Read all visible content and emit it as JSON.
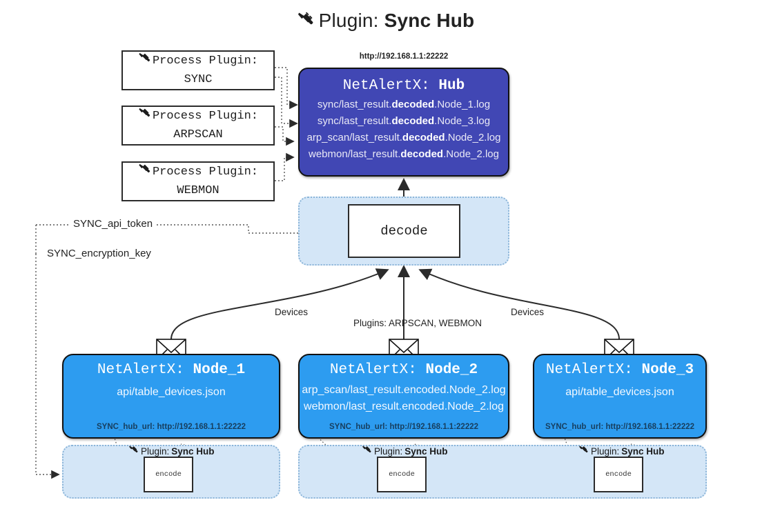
{
  "title": {
    "prefix": "Plugin:",
    "name": "Sync Hub",
    "icon": "plug-icon"
  },
  "hub": {
    "url": "http://192.168.1.1:22222",
    "title_prefix": "NetAlertX:",
    "title_name": "Hub",
    "loglines": [
      {
        "pre": "sync/last_result.",
        "bold": "decoded",
        "post": ".Node_1.log"
      },
      {
        "pre": "sync/last_result.",
        "bold": "decoded",
        "post": ".Node_3.log"
      },
      {
        "pre": "arp_scan/last_result.",
        "bold": "decoded",
        "post": ".Node_2.log"
      },
      {
        "pre": "webmon/last_result.",
        "bold": "decoded",
        "post": ".Node_2.log"
      }
    ]
  },
  "process_plugins": [
    {
      "label": "Process Plugin:",
      "name": "SYNC",
      "icon": "plug-icon"
    },
    {
      "label": "Process Plugin:",
      "name": "ARPSCAN",
      "icon": "plug-icon"
    },
    {
      "label": "Process Plugin:",
      "name": "WEBMON",
      "icon": "plug-icon"
    }
  ],
  "decode": {
    "label": "decode"
  },
  "settings": {
    "api_token": "SYNC_api_token",
    "encryption_key": "SYNC_encryption_key"
  },
  "edge_labels": {
    "devices_left": "Devices",
    "devices_right": "Devices",
    "plugins_center": "Plugins: ARPSCAN, WEBMON"
  },
  "nodes": [
    {
      "title_prefix": "NetAlertX:",
      "title_name": "Node_1",
      "lines": [
        "api/table_devices.json"
      ],
      "footer": "SYNC_hub_url: http://192.168.1.1:22222",
      "icon": "envelope-icon"
    },
    {
      "title_prefix": "NetAlertX:",
      "title_name": "Node_2",
      "lines": [
        "arp_scan/last_result.encoded.Node_2.log",
        "webmon/last_result.encoded.Node_2.log"
      ],
      "footer": "SYNC_hub_url: http://192.168.1.1:22222",
      "icon": "envelope-icon"
    },
    {
      "title_prefix": "NetAlertX:",
      "title_name": "Node_3",
      "lines": [
        "api/table_devices.json"
      ],
      "footer": "SYNC_hub_url: http://192.168.1.1:22222",
      "icon": "envelope-icon"
    }
  ],
  "bands": [
    {
      "label_prefix": "Plugin:",
      "label_name": "Sync Hub",
      "box": "encode",
      "icon": "plug-icon"
    },
    {
      "label_prefix": "Plugin:",
      "label_name": "Sync Hub",
      "box": "encode",
      "icon": "plug-icon"
    },
    {
      "label_prefix": "Plugin:",
      "label_name": "Sync Hub",
      "box": "encode",
      "icon": "plug-icon"
    }
  ],
  "colors": {
    "hub": "#4147b4",
    "node": "#2d9cf0",
    "band": "#d4e6f7",
    "band_border": "#8ab4d8",
    "stroke": "#2b2b2b"
  }
}
